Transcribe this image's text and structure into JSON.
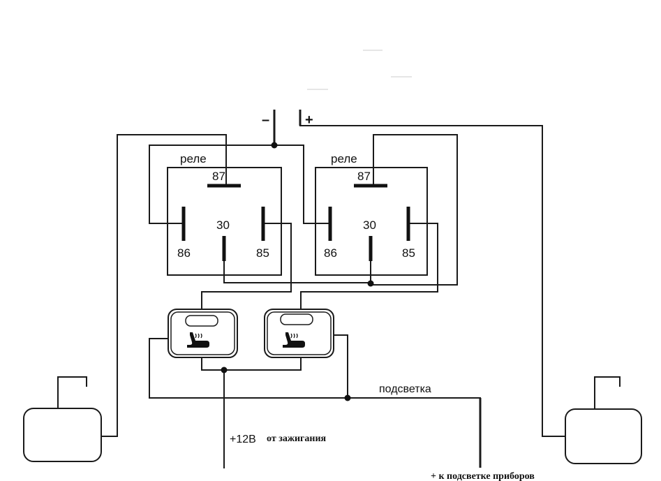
{
  "terminals": {
    "minus": "–",
    "plus": "+"
  },
  "relays": [
    {
      "label": "реле",
      "pins": {
        "p87": "87",
        "p30": "30",
        "p86": "86",
        "p85": "85"
      }
    },
    {
      "label": "реле",
      "pins": {
        "p87": "87",
        "p30": "30",
        "p86": "86",
        "p85": "85"
      }
    }
  ],
  "switches": [
    {
      "icon": "seat-heater-icon"
    },
    {
      "icon": "seat-heater-icon"
    }
  ],
  "labels": {
    "backlight": "подсветка",
    "ignition_voltage": "+12В",
    "ignition_text": "от зажигания",
    "dash_backlight": "+ к подсветке приборов"
  },
  "colors": {
    "line": "#1a1a1a",
    "background": "#ffffff"
  }
}
